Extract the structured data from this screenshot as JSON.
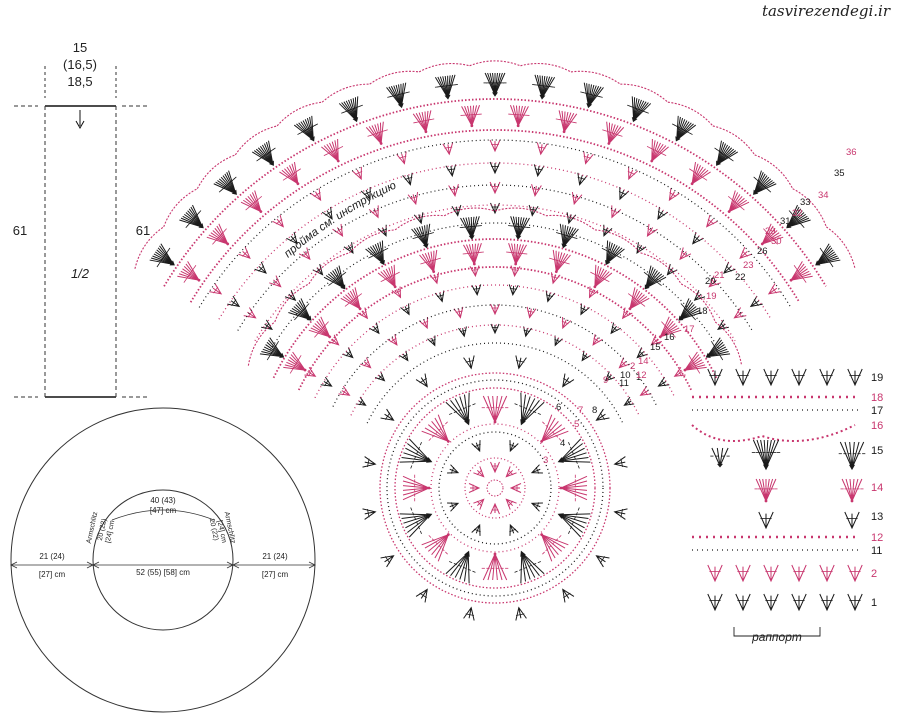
{
  "watermark": "tasvirezendegi.ir",
  "panel": {
    "size_top_1": "15",
    "size_top_2": "(16,5)",
    "size_top_3": "18,5",
    "size_left": "61",
    "size_right": "61",
    "inner_label": "1/2"
  },
  "ring": {
    "left_width_1": "21 (24)",
    "left_width_2": "[27] cm",
    "right_width_1": "21 (24)",
    "right_width_2": "[27] cm",
    "inner_diameter": "52 (55) [58] cm",
    "top_arc_1": "40 (43)",
    "top_arc_2": "[47] cm",
    "armschlitz_left": "Armschlitz",
    "armschlitz_left_size": "20 (22)",
    "armschlitz_left_size_2": "[24] cm",
    "armschlitz_right": "Armschlitz",
    "armschlitz_right_size": "20 (22)",
    "armschlitz_right_size_2": "[24] cm"
  },
  "main_chart": {
    "armhole_note": "пройма см. инструкцию",
    "round_numbers": [
      "1",
      "2",
      "3",
      "4",
      "5",
      "6",
      "7",
      "8",
      "9",
      "10",
      "11",
      "12",
      "14",
      "15",
      "16",
      "17",
      "18",
      "19",
      "20",
      "21",
      "22",
      "23",
      "26",
      "29",
      "30",
      "31",
      "32",
      "33",
      "34",
      "35",
      "36"
    ]
  },
  "repeat_chart": {
    "row_numbers": [
      "19",
      "18",
      "17",
      "16",
      "15",
      "14",
      "13",
      "12",
      "11",
      "2",
      "1"
    ],
    "repeat_label": "раппорт"
  },
  "colors": {
    "black": "#1a1a1a",
    "pink": "#c8366e"
  }
}
